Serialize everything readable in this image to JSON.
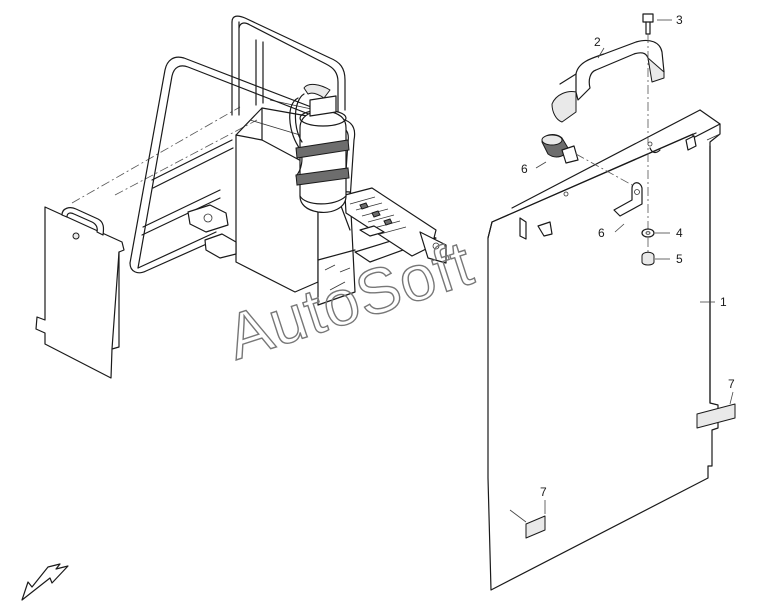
{
  "callouts": {
    "c1": "1",
    "c2": "2",
    "c3": "3",
    "c4": "4",
    "c5": "5",
    "c6a": "6",
    "c6b": "6",
    "c7a": "7",
    "c7b": "7"
  },
  "watermark": "AutoSoft"
}
